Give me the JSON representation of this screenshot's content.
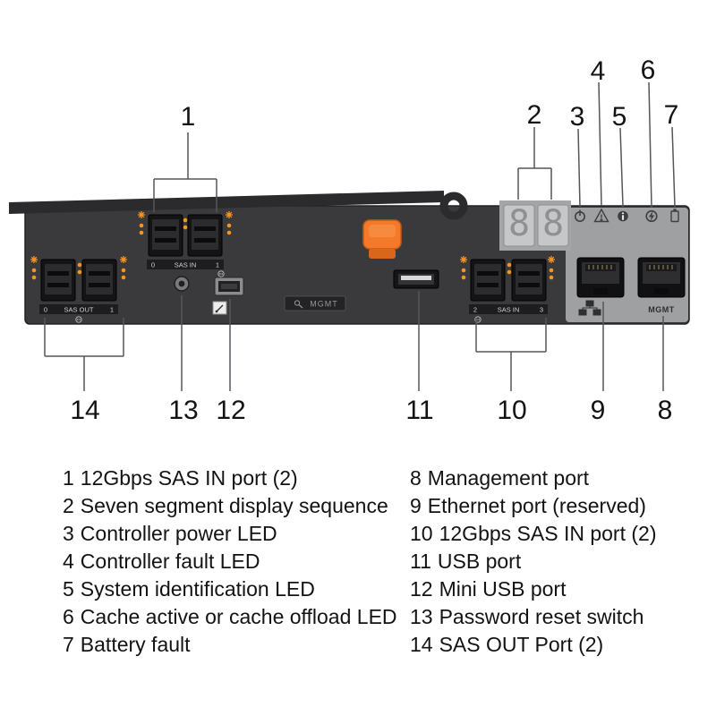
{
  "callouts": {
    "n1": "1",
    "n2": "2",
    "n3": "3",
    "n4": "4",
    "n5": "5",
    "n6": "6",
    "n7": "7",
    "n8": "8",
    "n9": "9",
    "n10": "10",
    "n11": "11",
    "n12": "12",
    "n13": "13",
    "n14": "14"
  },
  "panel": {
    "sas_in_top": {
      "left_digit": "0",
      "label": "SAS IN",
      "right_digit": "1"
    },
    "sas_out": {
      "left_digit": "0",
      "label": "SAS OUT",
      "right_digit": "1"
    },
    "sas_in_bottom": {
      "left_digit": "2",
      "label": "SAS IN",
      "right_digit": "3"
    },
    "mgmt_plate_label": "MGMT",
    "mgmt_port_label": "MGMT",
    "display": {
      "left_digit": "8",
      "right_digit": "8"
    }
  },
  "legend": {
    "left": [
      {
        "num": "1",
        "text": "12Gbps SAS IN port (2)"
      },
      {
        "num": "2",
        "text": "Seven segment display sequence"
      },
      {
        "num": "3",
        "text": "Controller power LED"
      },
      {
        "num": "4",
        "text": "Controller fault LED"
      },
      {
        "num": "5",
        "text": "System identification LED"
      },
      {
        "num": "6",
        "text": "Cache active or cache offload LED"
      },
      {
        "num": "7",
        "text": "Battery fault"
      }
    ],
    "right": [
      {
        "num": "8",
        "text": "Management port"
      },
      {
        "num": "9",
        "text": "Ethernet port (reserved)"
      },
      {
        "num": "10",
        "text": "12Gbps SAS IN port (2)"
      },
      {
        "num": "11",
        "text": "USB port"
      },
      {
        "num": "12",
        "text": "Mini USB port"
      },
      {
        "num": "13",
        "text": "Password reset switch"
      },
      {
        "num": "14",
        "text": "SAS OUT Port (2)"
      }
    ]
  },
  "colors": {
    "panel_dark": "#3a3a3c",
    "panel_light": "#9fa0a2",
    "latch_orange": "#f4792a",
    "led_orange": "#f7941d",
    "leader_line": "#54565a"
  }
}
